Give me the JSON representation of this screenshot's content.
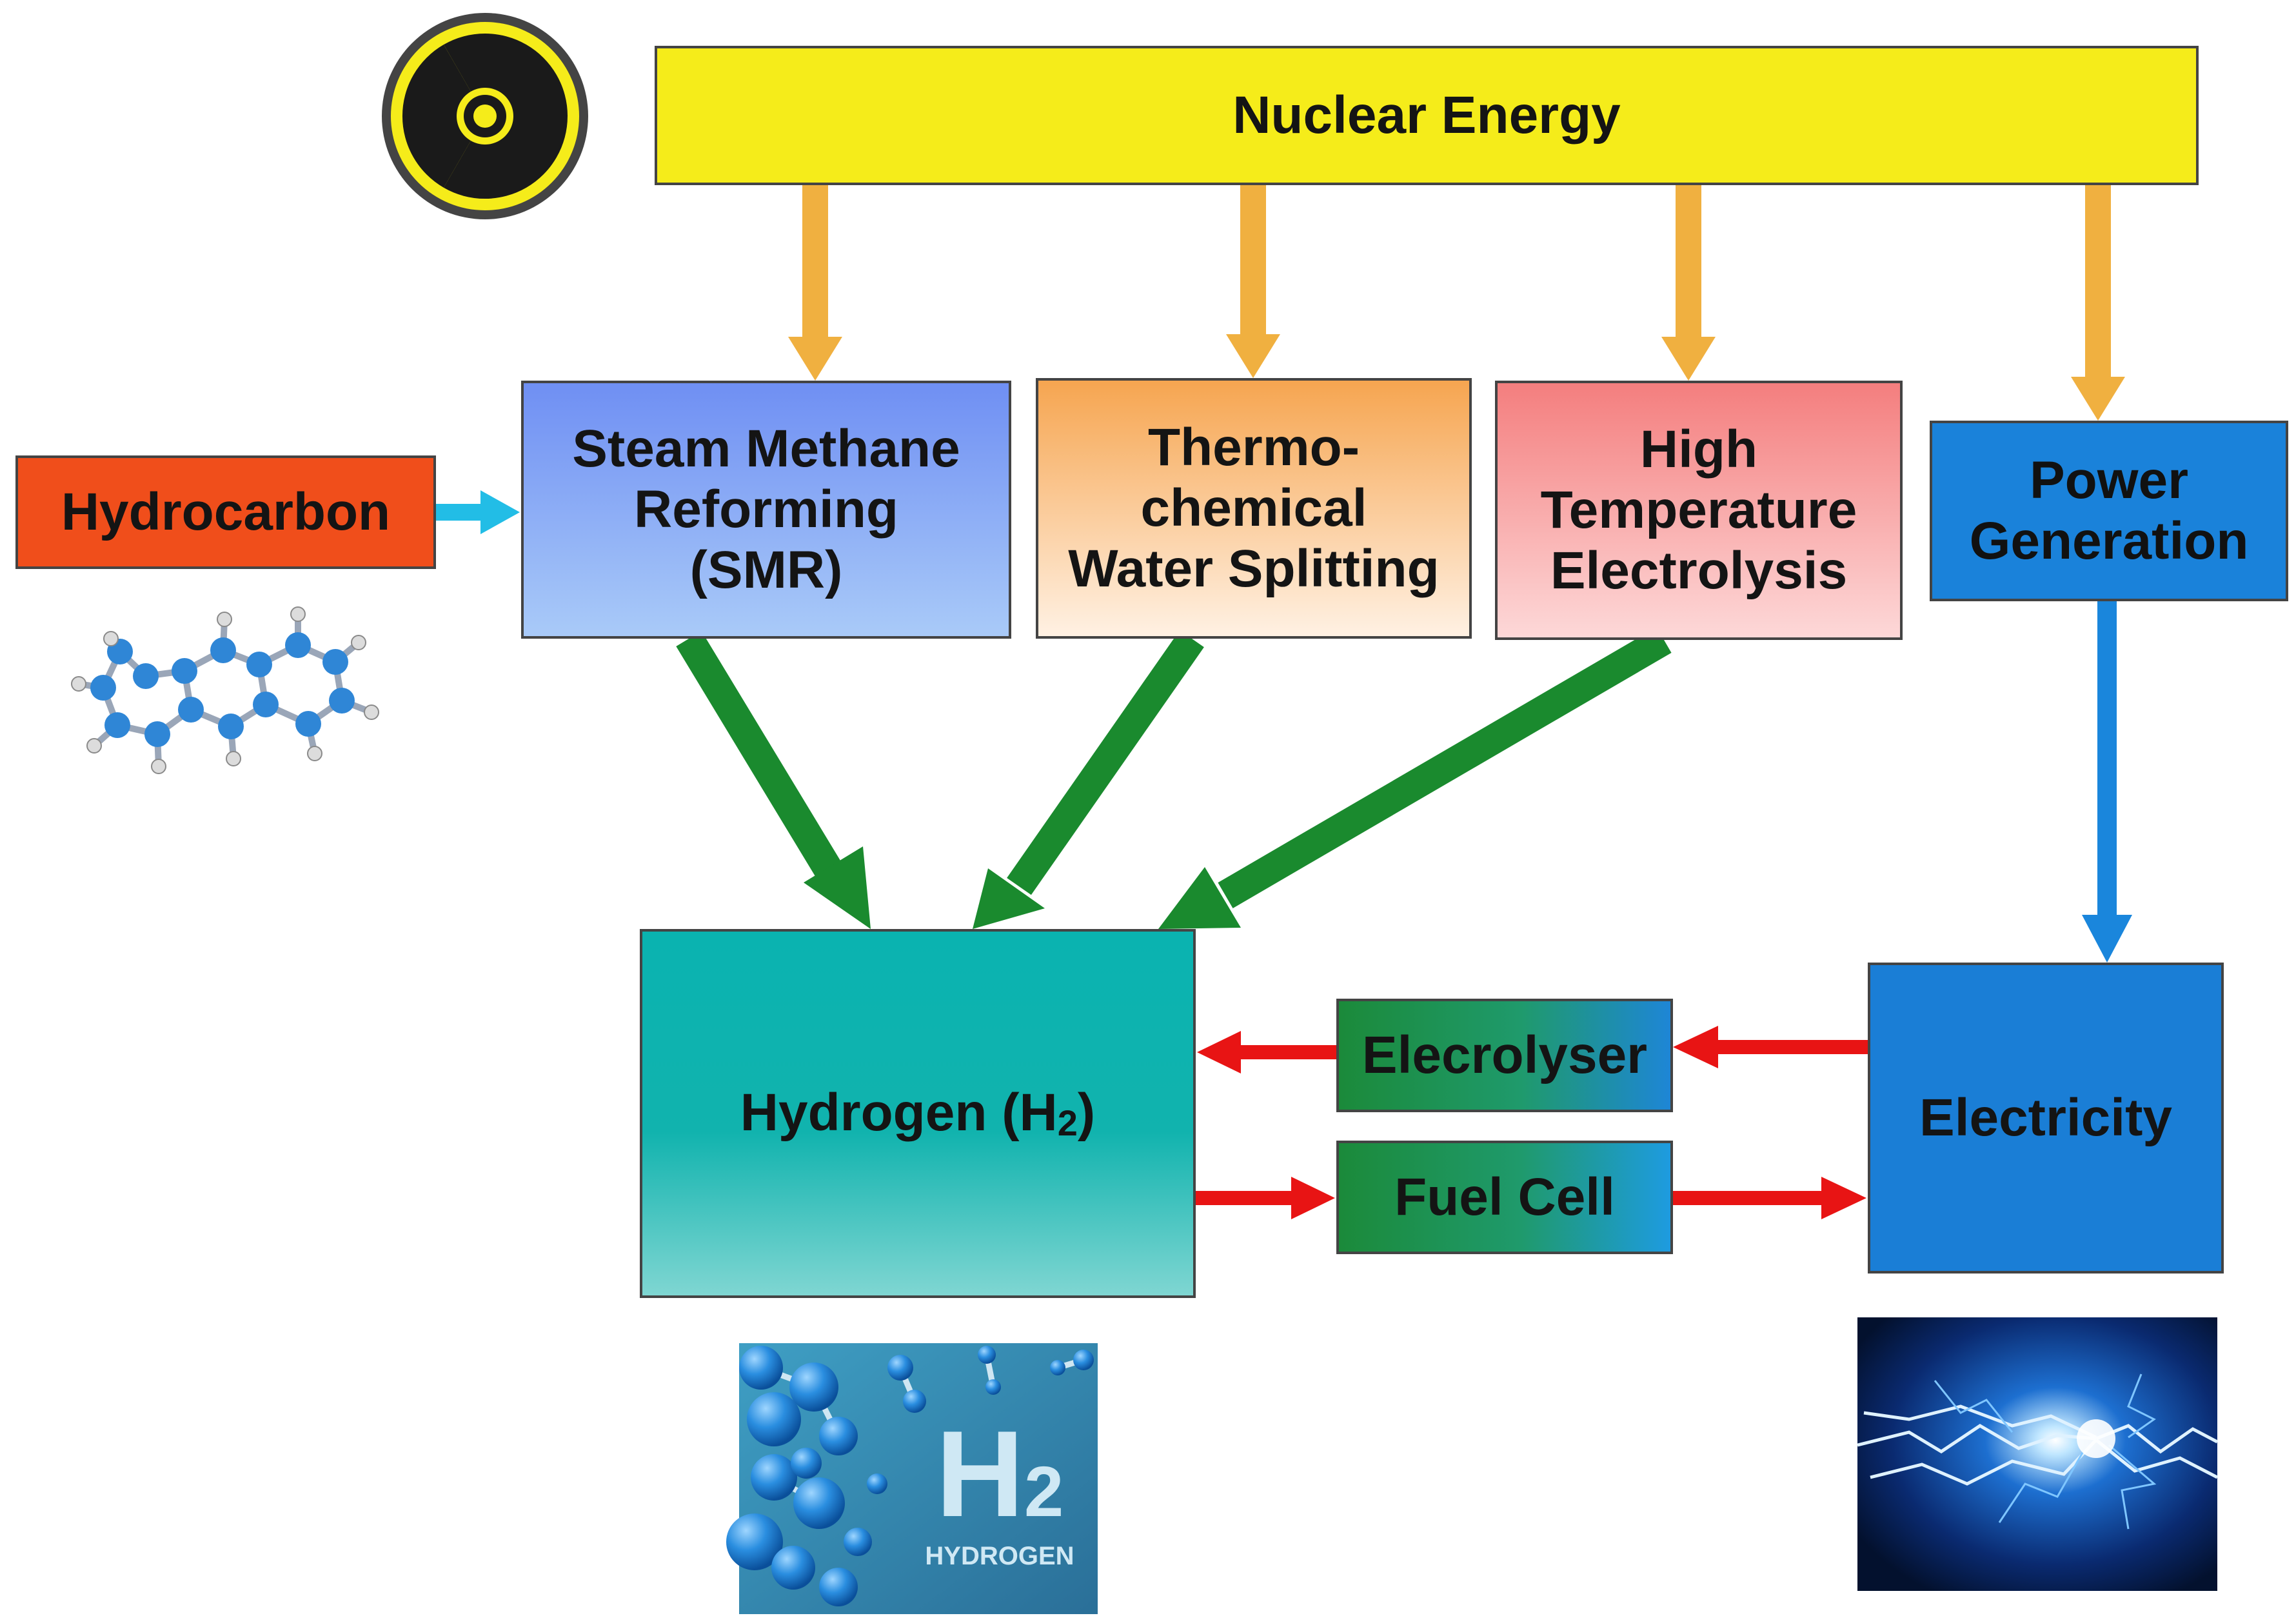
{
  "diagram": {
    "nuclear_energy": "Nuclear Energy",
    "hydrocarbon": "Hydrocarbon",
    "smr": {
      "line1": "Steam Methane",
      "line2": "Reforming",
      "line3": "(SMR)"
    },
    "thermo": {
      "line1": "Thermo-",
      "line2": "chemical",
      "line3": "Water Splitting"
    },
    "hte": {
      "line1": "High",
      "line2": "Temperature",
      "line3": "Electrolysis"
    },
    "power": {
      "line1": "Power",
      "line2": "Generation"
    },
    "hydrogen": {
      "text": "Hydrogen (H",
      "sub": "2",
      "close": ")"
    },
    "electrolyser": "Elecrolyser",
    "fuel_cell": "Fuel Cell",
    "electricity": "Electricity",
    "h2_image": {
      "symbol": "H",
      "sub": "2",
      "caption": "HYDROGEN"
    }
  },
  "colors": {
    "nuclear": "#f5ec1a",
    "hydrocarbon": "#f04e1b",
    "orange_arrow": "#f0b040",
    "green_arrow": "#1a8a2e",
    "blue_arrow": "#1a86dc",
    "cyan_arrow": "#22bde6",
    "red_arrow": "#e81414"
  },
  "icons": [
    "radiation-icon",
    "hydrocarbon-molecule-icon",
    "hydrogen-molecule-image",
    "electric-spark-image"
  ]
}
